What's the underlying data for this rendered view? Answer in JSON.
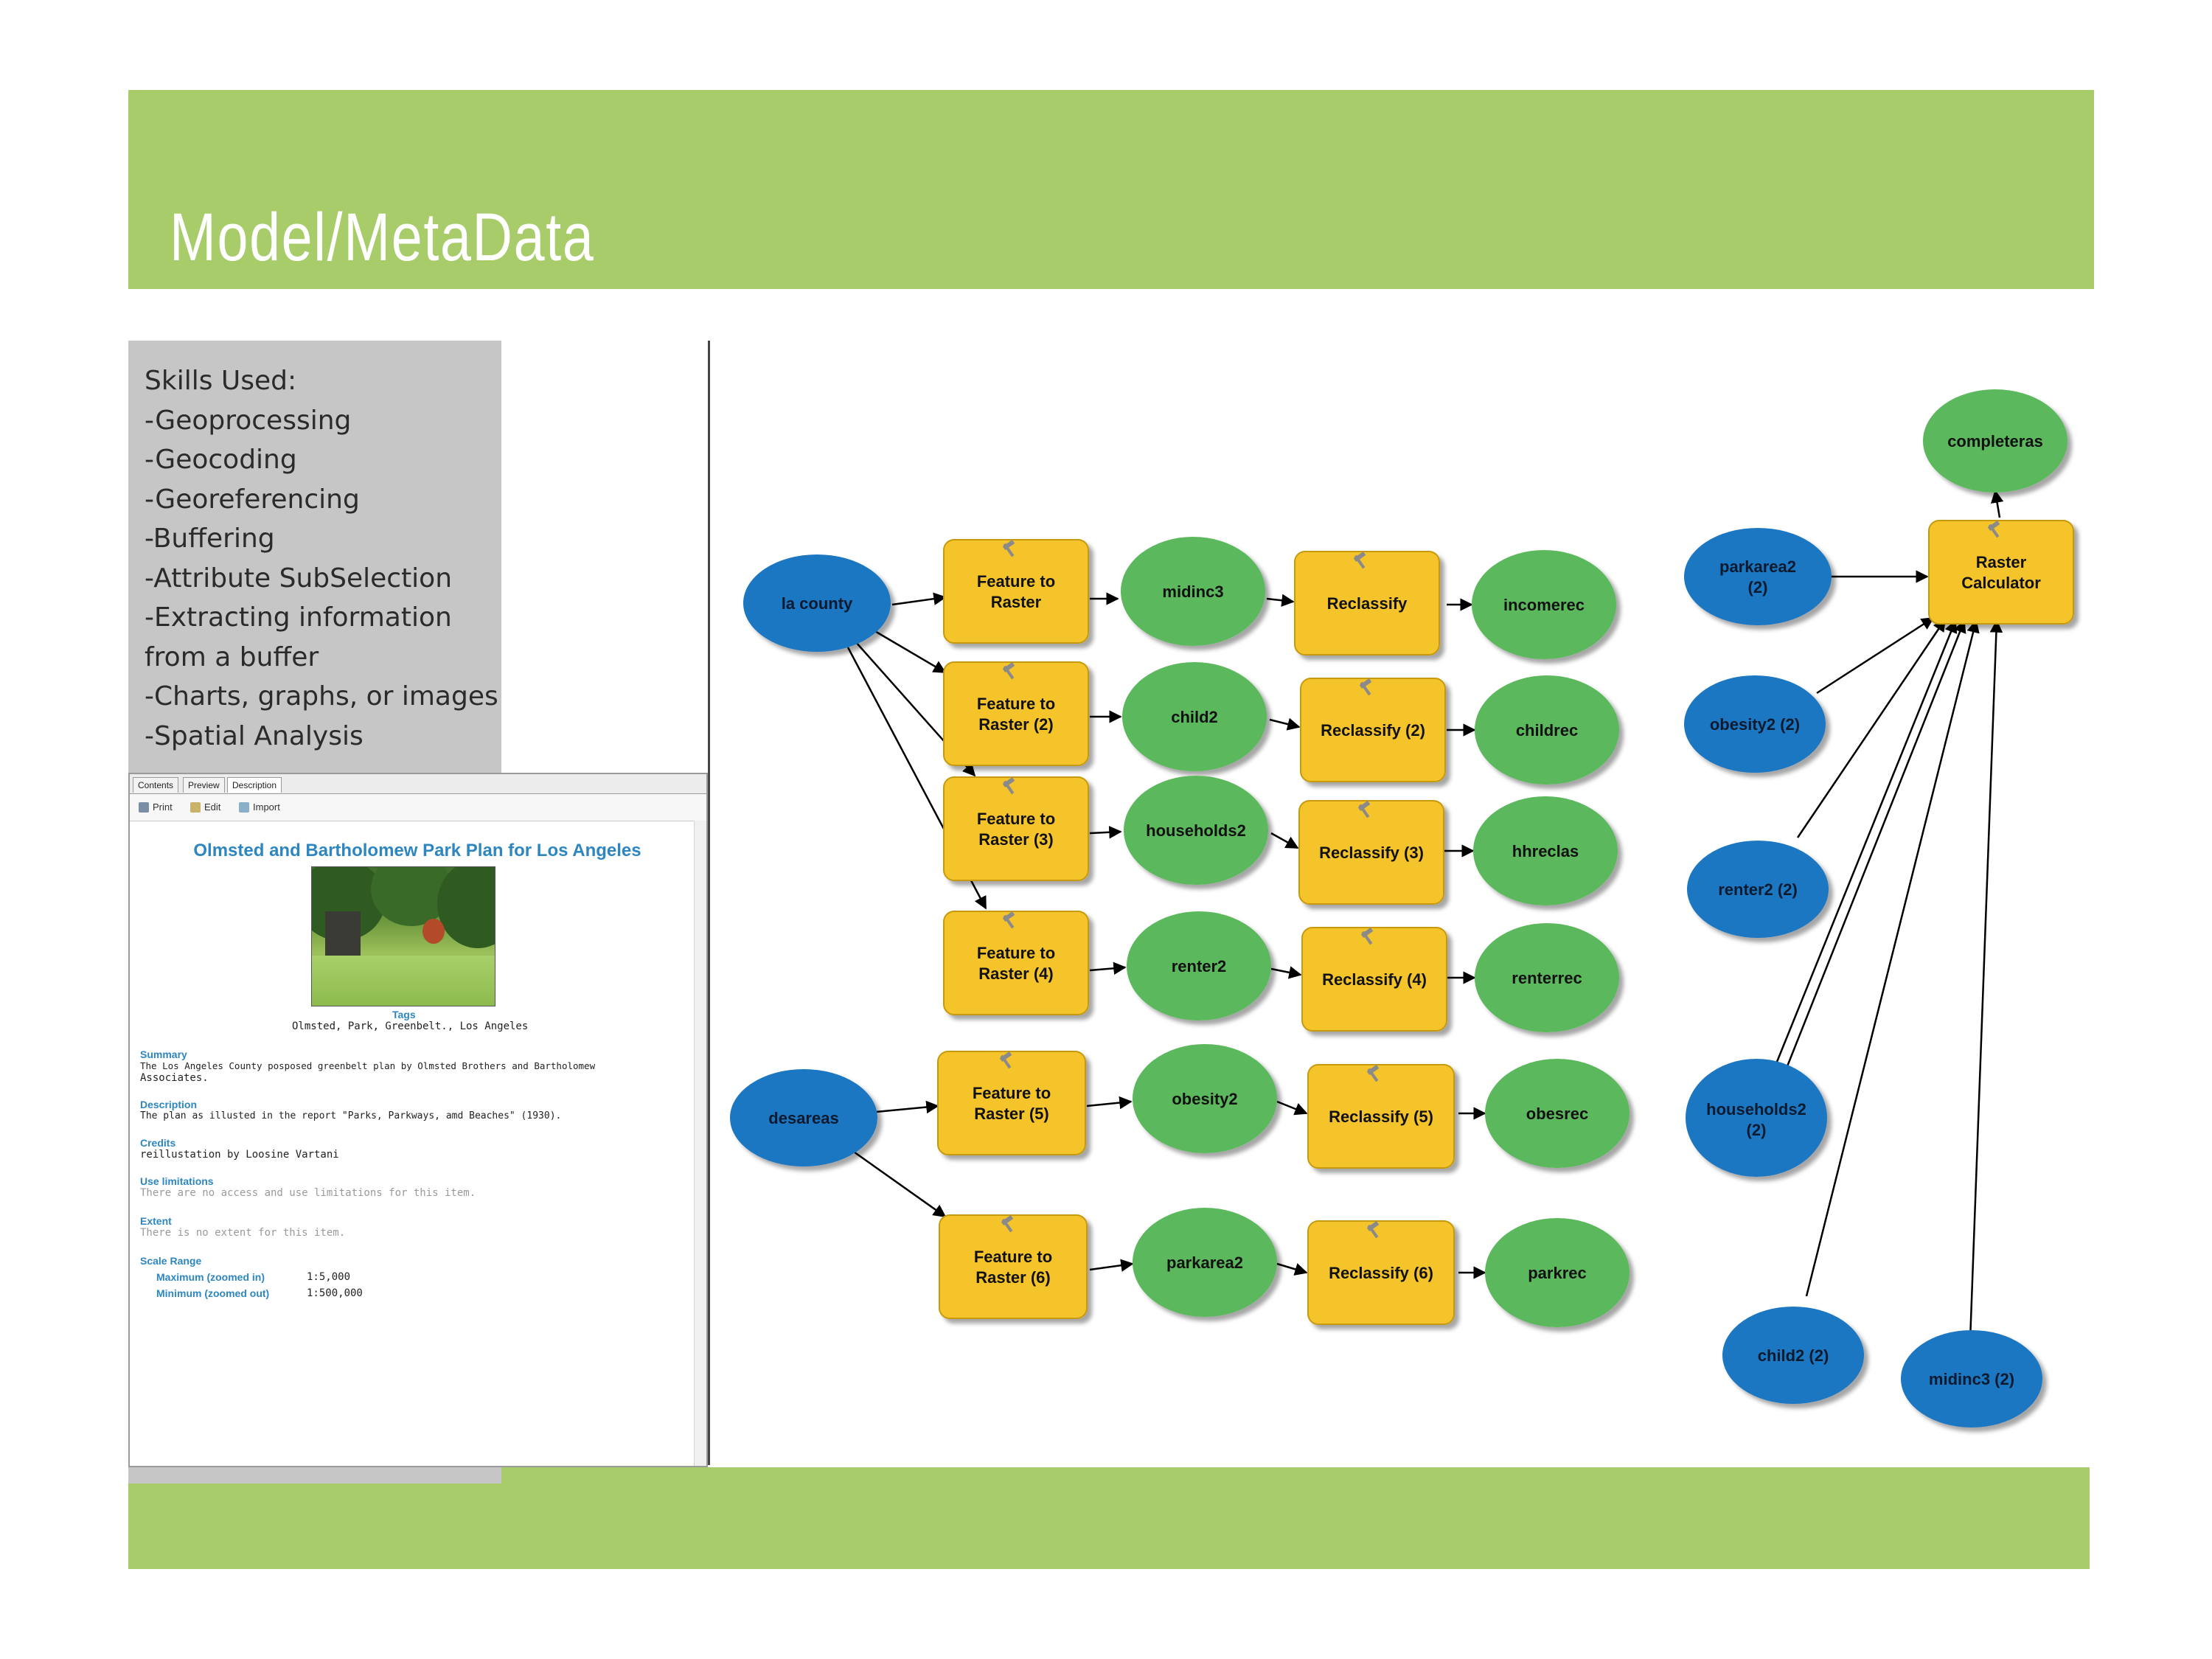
{
  "slide": {
    "title": "Model/MetaData"
  },
  "skills": {
    "items": [
      "Skills Used:",
      "-Geoprocessing",
      "-Geocoding",
      "-Georeferencing",
      "-Buffering",
      "-Attribute SubSelection",
      "-Extracting information",
      "from a buffer",
      "-Charts, graphs, or images",
      "-Spatial Analysis"
    ]
  },
  "catalog": {
    "tabs": [
      "Contents",
      "Preview",
      "Description"
    ],
    "toolbar": {
      "print": "Print",
      "edit": "Edit",
      "import": "Import"
    },
    "doc_title": "Olmsted and Bartholomew Park Plan for Los Angeles",
    "tags_label": "Tags",
    "tags": "Olmsted, Park, Greenbelt., Los Angeles",
    "summary_label": "Summary",
    "summary_line1": "The Los Angeles County posposed greenbelt plan by Olmsted Brothers and Bartholomew",
    "summary_line2": "Associates.",
    "description_label": "Description",
    "description": "The plan as illusted in the report \"Parks, Parkways, amd Beaches\" (1930).",
    "credits_label": "Credits",
    "credits": "reillustation by Loosine Vartani",
    "use_limitations_label": "Use limitations",
    "use_limitations": "There are no access and use limitations for this item.",
    "extent_label": "Extent",
    "extent": "There is no extent for this item.",
    "scale_range_label": "Scale Range",
    "max_label": "Maximum (zoomed in)",
    "max_value": "1:5,000",
    "min_label": "Minimum (zoomed out)",
    "min_value": "1:500,000"
  },
  "model": {
    "colors": {
      "input": "#1f77c2",
      "tool": "#f5c32c",
      "output": "#5cb85c"
    },
    "nodes": {
      "la_county": "la county",
      "desareas": "desareas",
      "ftr1_l1": "Feature to",
      "ftr1_l2": "Raster",
      "ftr2_l1": "Feature to",
      "ftr2_l2": "Raster (2)",
      "ftr3_l1": "Feature to",
      "ftr3_l2": "Raster (3)",
      "ftr4_l1": "Feature to",
      "ftr4_l2": "Raster (4)",
      "ftr5_l1": "Feature to",
      "ftr5_l2": "Raster (5)",
      "ftr6_l1": "Feature to",
      "ftr6_l2": "Raster (6)",
      "midinc3": "midinc3",
      "child2": "child2",
      "households2": "households2",
      "renter2": "renter2",
      "obesity2": "obesity2",
      "parkarea2": "parkarea2",
      "rec1": "Reclassify",
      "rec2": "Reclassify (2)",
      "rec3": "Reclassify (3)",
      "rec4": "Reclassify (4)",
      "rec5": "Reclassify (5)",
      "rec6": "Reclassify (6)",
      "incomerec": "incomerec",
      "childrec": "childrec",
      "hhreclas": "hhreclas",
      "renterrec": "renterrec",
      "obesrec": "obesrec",
      "parkrec": "parkrec",
      "completeras": "completeras",
      "calc_l1": "Raster",
      "calc_l2": "Calculator",
      "parkarea2_2_l1": "parkarea2",
      "parkarea2_2_l2": "(2)",
      "obesity2_2": "obesity2 (2)",
      "renter2_2": "renter2 (2)",
      "households2_2_l1": "households2",
      "households2_2_l2": "(2)",
      "child2_2": "child2 (2)",
      "midinc3_2": "midinc3 (2)"
    }
  }
}
